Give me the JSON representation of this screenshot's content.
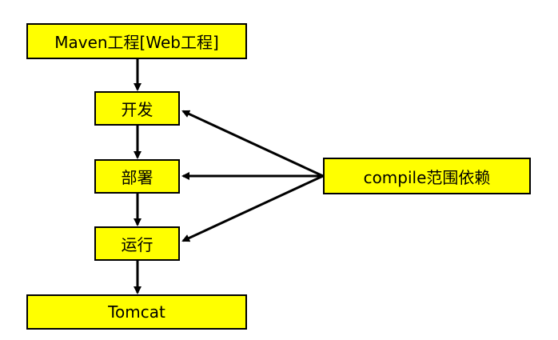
{
  "diagram": {
    "nodes": {
      "maven": "Maven工程[Web工程]",
      "dev": "开发",
      "deploy": "部署",
      "run": "运行",
      "tomcat": "Tomcat",
      "compile": "compile范围依赖"
    },
    "edges": [
      {
        "from": "maven",
        "to": "dev"
      },
      {
        "from": "dev",
        "to": "deploy"
      },
      {
        "from": "deploy",
        "to": "run"
      },
      {
        "from": "run",
        "to": "tomcat"
      },
      {
        "from": "compile",
        "to": "dev"
      },
      {
        "from": "compile",
        "to": "deploy"
      },
      {
        "from": "compile",
        "to": "run"
      }
    ]
  },
  "colors": {
    "box_fill": "#ffff00",
    "box_border": "#000000",
    "arrow": "#000000"
  }
}
